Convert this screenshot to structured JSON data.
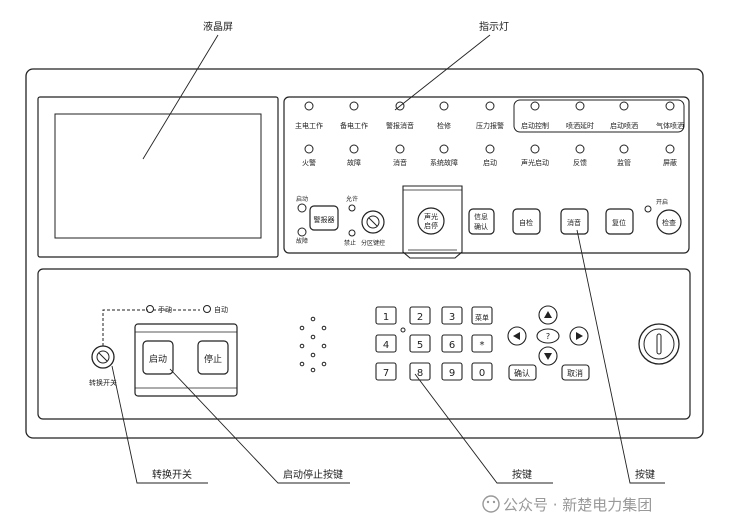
{
  "callouts": {
    "lcd": "液晶屏",
    "indicators": "指示灯",
    "switch": "转换开关",
    "start_stop": "启动停止按键",
    "keys1": "按键",
    "keys2": "按键"
  },
  "indicator_rows": [
    [
      "主电工作",
      "备电工作",
      "警报消音",
      "检修",
      "压力报警",
      "启动控制",
      "喷洒延时",
      "启动喷洒",
      "气体喷洒"
    ],
    [
      "火警",
      "故障",
      "消音",
      "系统故障",
      "启动",
      "声光启动",
      "反馈",
      "监管",
      "屏蔽"
    ]
  ],
  "upper_controls": {
    "alarm_btn": "警报器",
    "start_small": "启动",
    "fault_small": "故障",
    "allow_small": "允许",
    "forbid_small": "禁止",
    "zone_key": "分区键控",
    "sound_light_1": "声光",
    "sound_light_2": "启停",
    "info_1": "信息",
    "info_2": "确认",
    "selftest": "自检",
    "mute": "消音",
    "reset": "复位",
    "open_small": "开启",
    "check": "检查"
  },
  "lower_controls": {
    "manual": "手动",
    "auto": "自动",
    "start_btn": "启动",
    "stop_btn": "停止",
    "switch_label": "转换开关"
  },
  "keypad": {
    "rows": [
      [
        "1",
        "2",
        "3",
        "菜单"
      ],
      [
        "4",
        "5",
        "6",
        "*"
      ],
      [
        "7",
        "8",
        "9",
        "0"
      ]
    ],
    "question": "?",
    "confirm": "确认",
    "cancel": "取消"
  },
  "watermark": "公众号 · 新楚电力集团"
}
